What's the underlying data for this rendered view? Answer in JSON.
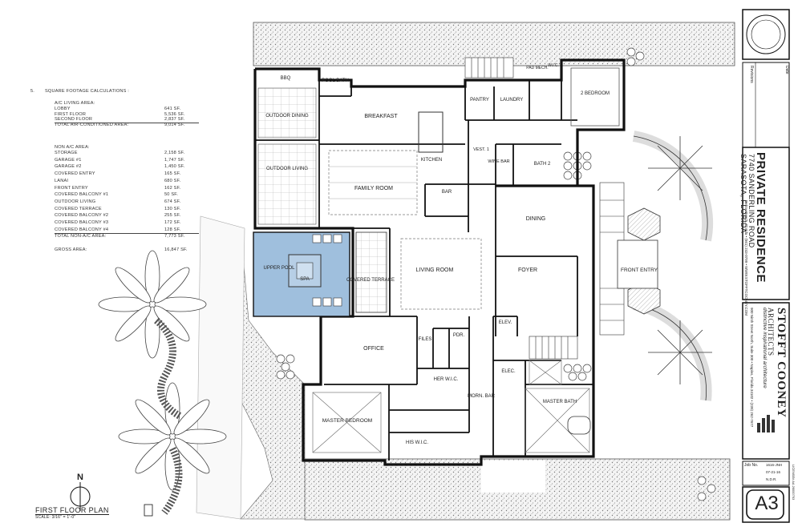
{
  "sqft_calc": {
    "number": "5.",
    "heading": "SQUARE FOOTAGE CALCULATIONS :",
    "ac_heading": "A/C LIVING AREA:",
    "ac_rows": [
      {
        "label": "LOBBY",
        "value": "641 SF."
      },
      {
        "label": "FIRST FLOOR",
        "value": "5,536 SF."
      },
      {
        "label": "SECOND FLOOR",
        "value": "2,837 SF."
      },
      {
        "label": "TOTAL AIR-CONDITIONED AREA:",
        "value": "9,014 SF."
      }
    ],
    "non_ac_heading": "NON A/C AREA:",
    "non_ac_rows": [
      {
        "label": "STORAGE",
        "value": "2,158 SF."
      },
      {
        "label": "GARAGE #1",
        "value": "1,747 SF."
      },
      {
        "label": "GARAGE #2",
        "value": "1,450 SF."
      },
      {
        "label": "COVERED ENTRY",
        "value": "165 SF."
      },
      {
        "label": "LANAI",
        "value": "680 SF."
      },
      {
        "label": "FRONT ENTRY",
        "value": "162 SF."
      },
      {
        "label": "COVERED BALCONY #1",
        "value": "50 SF."
      },
      {
        "label": "OUTDOOR LIVING",
        "value": "674 SF."
      },
      {
        "label": "COVERED TERRACE",
        "value": "130 SF."
      },
      {
        "label": "COVERED BALCONY #2",
        "value": "255 SF."
      },
      {
        "label": "COVERED BALCONY #3",
        "value": "172 SF."
      },
      {
        "label": "COVERED BALCONY #4",
        "value": "128 SF."
      },
      {
        "label": "TOTAL NON-A/C AREA:",
        "value": "7,773 SF."
      }
    ],
    "gross_label": "GROSS AREA:",
    "gross_value": "16,847 SF."
  },
  "rooms": {
    "bbq": "BBQ",
    "pool_bath": "POOL BATH",
    "outdoor_dining": "OUTDOOR DINING",
    "breakfast": "BREAKFAST",
    "pantry": "PANTRY",
    "laundry": "LAUNDRY",
    "pad_mech": "PAD MECH.",
    "wic": "W.I.C.",
    "bedroom2": "2 BEDROOM",
    "outdoor_living": "OUTDOOR LIVING",
    "family_room": "FAMILY ROOM",
    "kitchen": "KITCHEN",
    "vest": "VEST. 1",
    "wine_bar": "WINE BAR",
    "bath2": "BATH 2",
    "bar": "BAR",
    "dining": "DINING",
    "upper_pool": "UPPER POOL",
    "spa": "SPA",
    "covered_terrace": "COVERED TERRACE",
    "living_room": "LIVING ROOM",
    "foyer": "FOYER",
    "front_entry": "FRONT ENTRY",
    "office": "OFFICE",
    "files": "FILES",
    "pdr": "PDR.",
    "elev": "ELEV.",
    "elec": "ELEC.",
    "her_wic": "HER W.I.C.",
    "morn_bar": "MORN. BAR",
    "master_bath": "MASTER BATH",
    "master_bedroom": "MASTER BEDROOM",
    "his_wic": "HIS W.I.C."
  },
  "plan_title": "FIRST FLOOR PLAN",
  "plan_scale": "SCALE: 3/16\" = 1'-0\"",
  "north_label": "N",
  "title_block": {
    "project": "PRIVATE RESIDENCE",
    "address1": "7740 SANDERLING ROAD",
    "address2": "SARASOTA, FLORIDA",
    "firm_name": "STOFFT COONEY",
    "firm_sub": "ARCHITECTS",
    "firm_tag": "distinctive inspirational architecture",
    "firm_address": "900 Ninth Street North, Suite 300 • Naples, Florida 34102 • (239) 262-7677",
    "firm_address2": "Delray Beach, Florida • (561) 243-0799 • WWW.STOFFTCOONEY.COM",
    "job_label": "Job No.",
    "job_value": "1616-JNH",
    "date_value": "07-21-16",
    "rev_value": "N.D.R.",
    "license": "LICENSE# AA 26000793",
    "sheet": "A3",
    "revisions_label": "Revisions",
    "date_label": "Date"
  },
  "colors": {
    "pool": "#9fbfdd",
    "line": "#1a1a1a",
    "hatch": "#888888"
  }
}
